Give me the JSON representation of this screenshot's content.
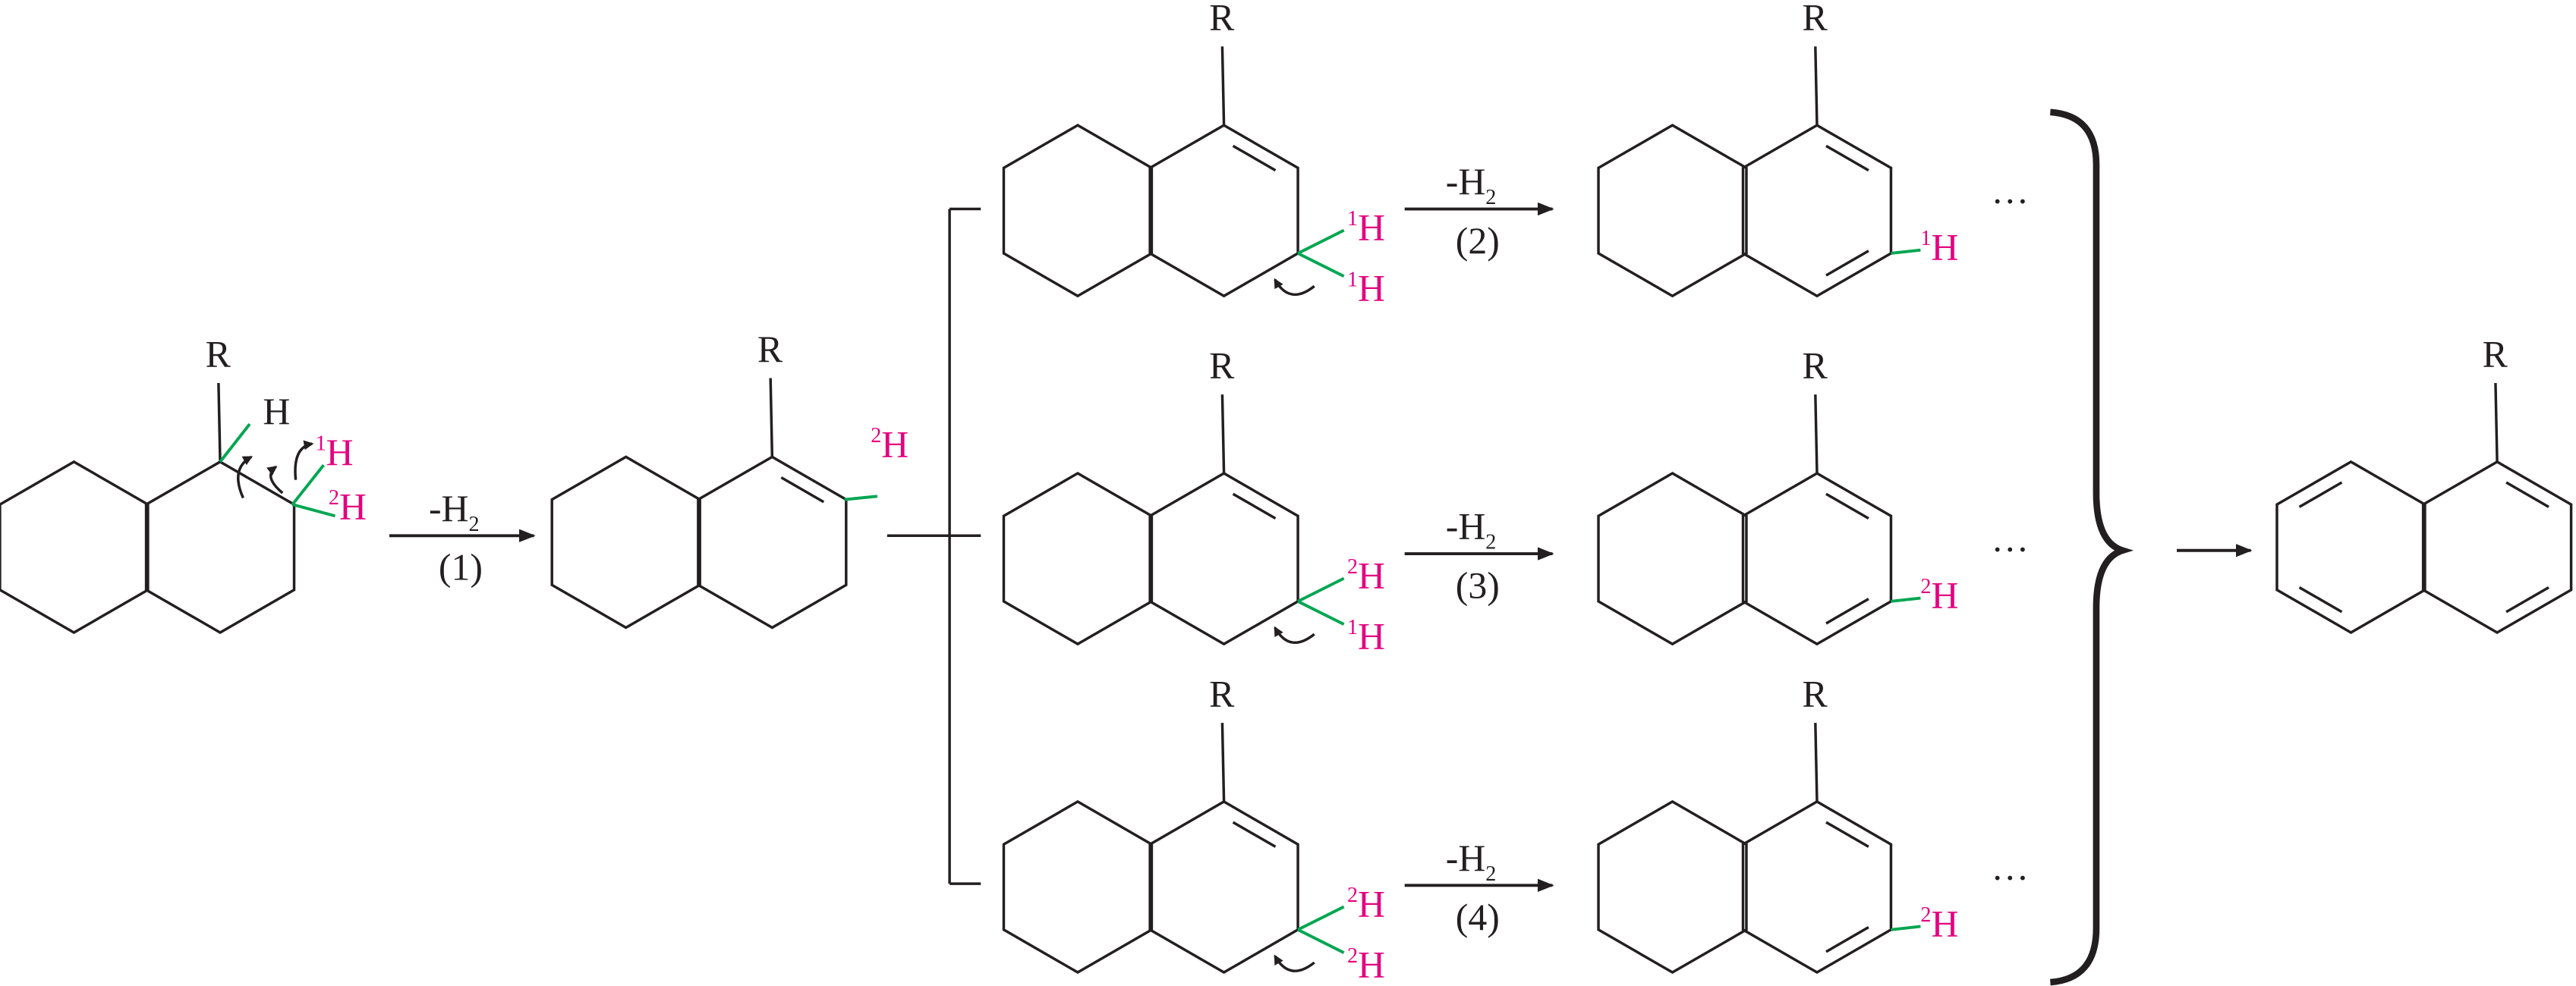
{
  "labels": {
    "substituent": "R",
    "hydrogen": "H",
    "isotope_1": "1",
    "isotope_2": "2",
    "minus_h": "-H",
    "h2_subscript": "2",
    "continuation": "···"
  },
  "steps": [
    "(1)",
    "(2)",
    "(3)",
    "(4)"
  ],
  "colors": {
    "bond": "#231f20",
    "reacting_bond": "#00a651",
    "isotope_label": "#e4007f"
  }
}
